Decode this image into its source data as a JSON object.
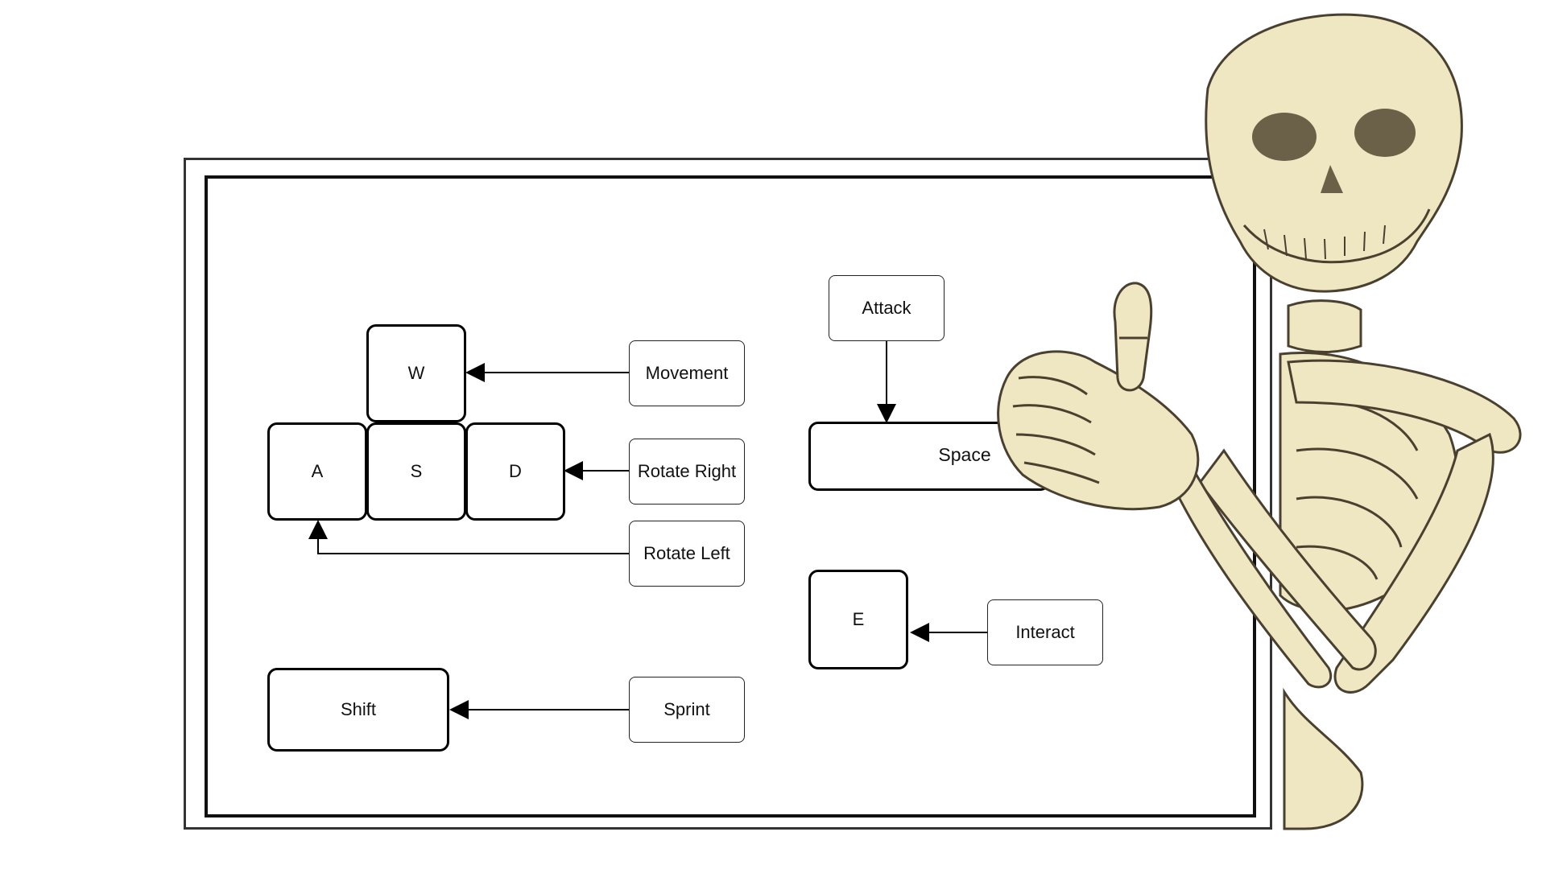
{
  "keys": {
    "w": "W",
    "a": "A",
    "s": "S",
    "d": "D",
    "space": "Space",
    "e": "E",
    "shift": "Shift"
  },
  "actions": {
    "movement": "Movement",
    "rotate_right": "Rotate Right",
    "rotate_left": "Rotate Left",
    "attack": "Attack",
    "interact": "Interact",
    "sprint": "Sprint"
  },
  "colors": {
    "bone": "#efe6c2",
    "bone_shadow": "#c9bb8a",
    "outline": "#4a4030"
  },
  "decor": {
    "mascot": "skeleton-thumbs-up-icon"
  }
}
